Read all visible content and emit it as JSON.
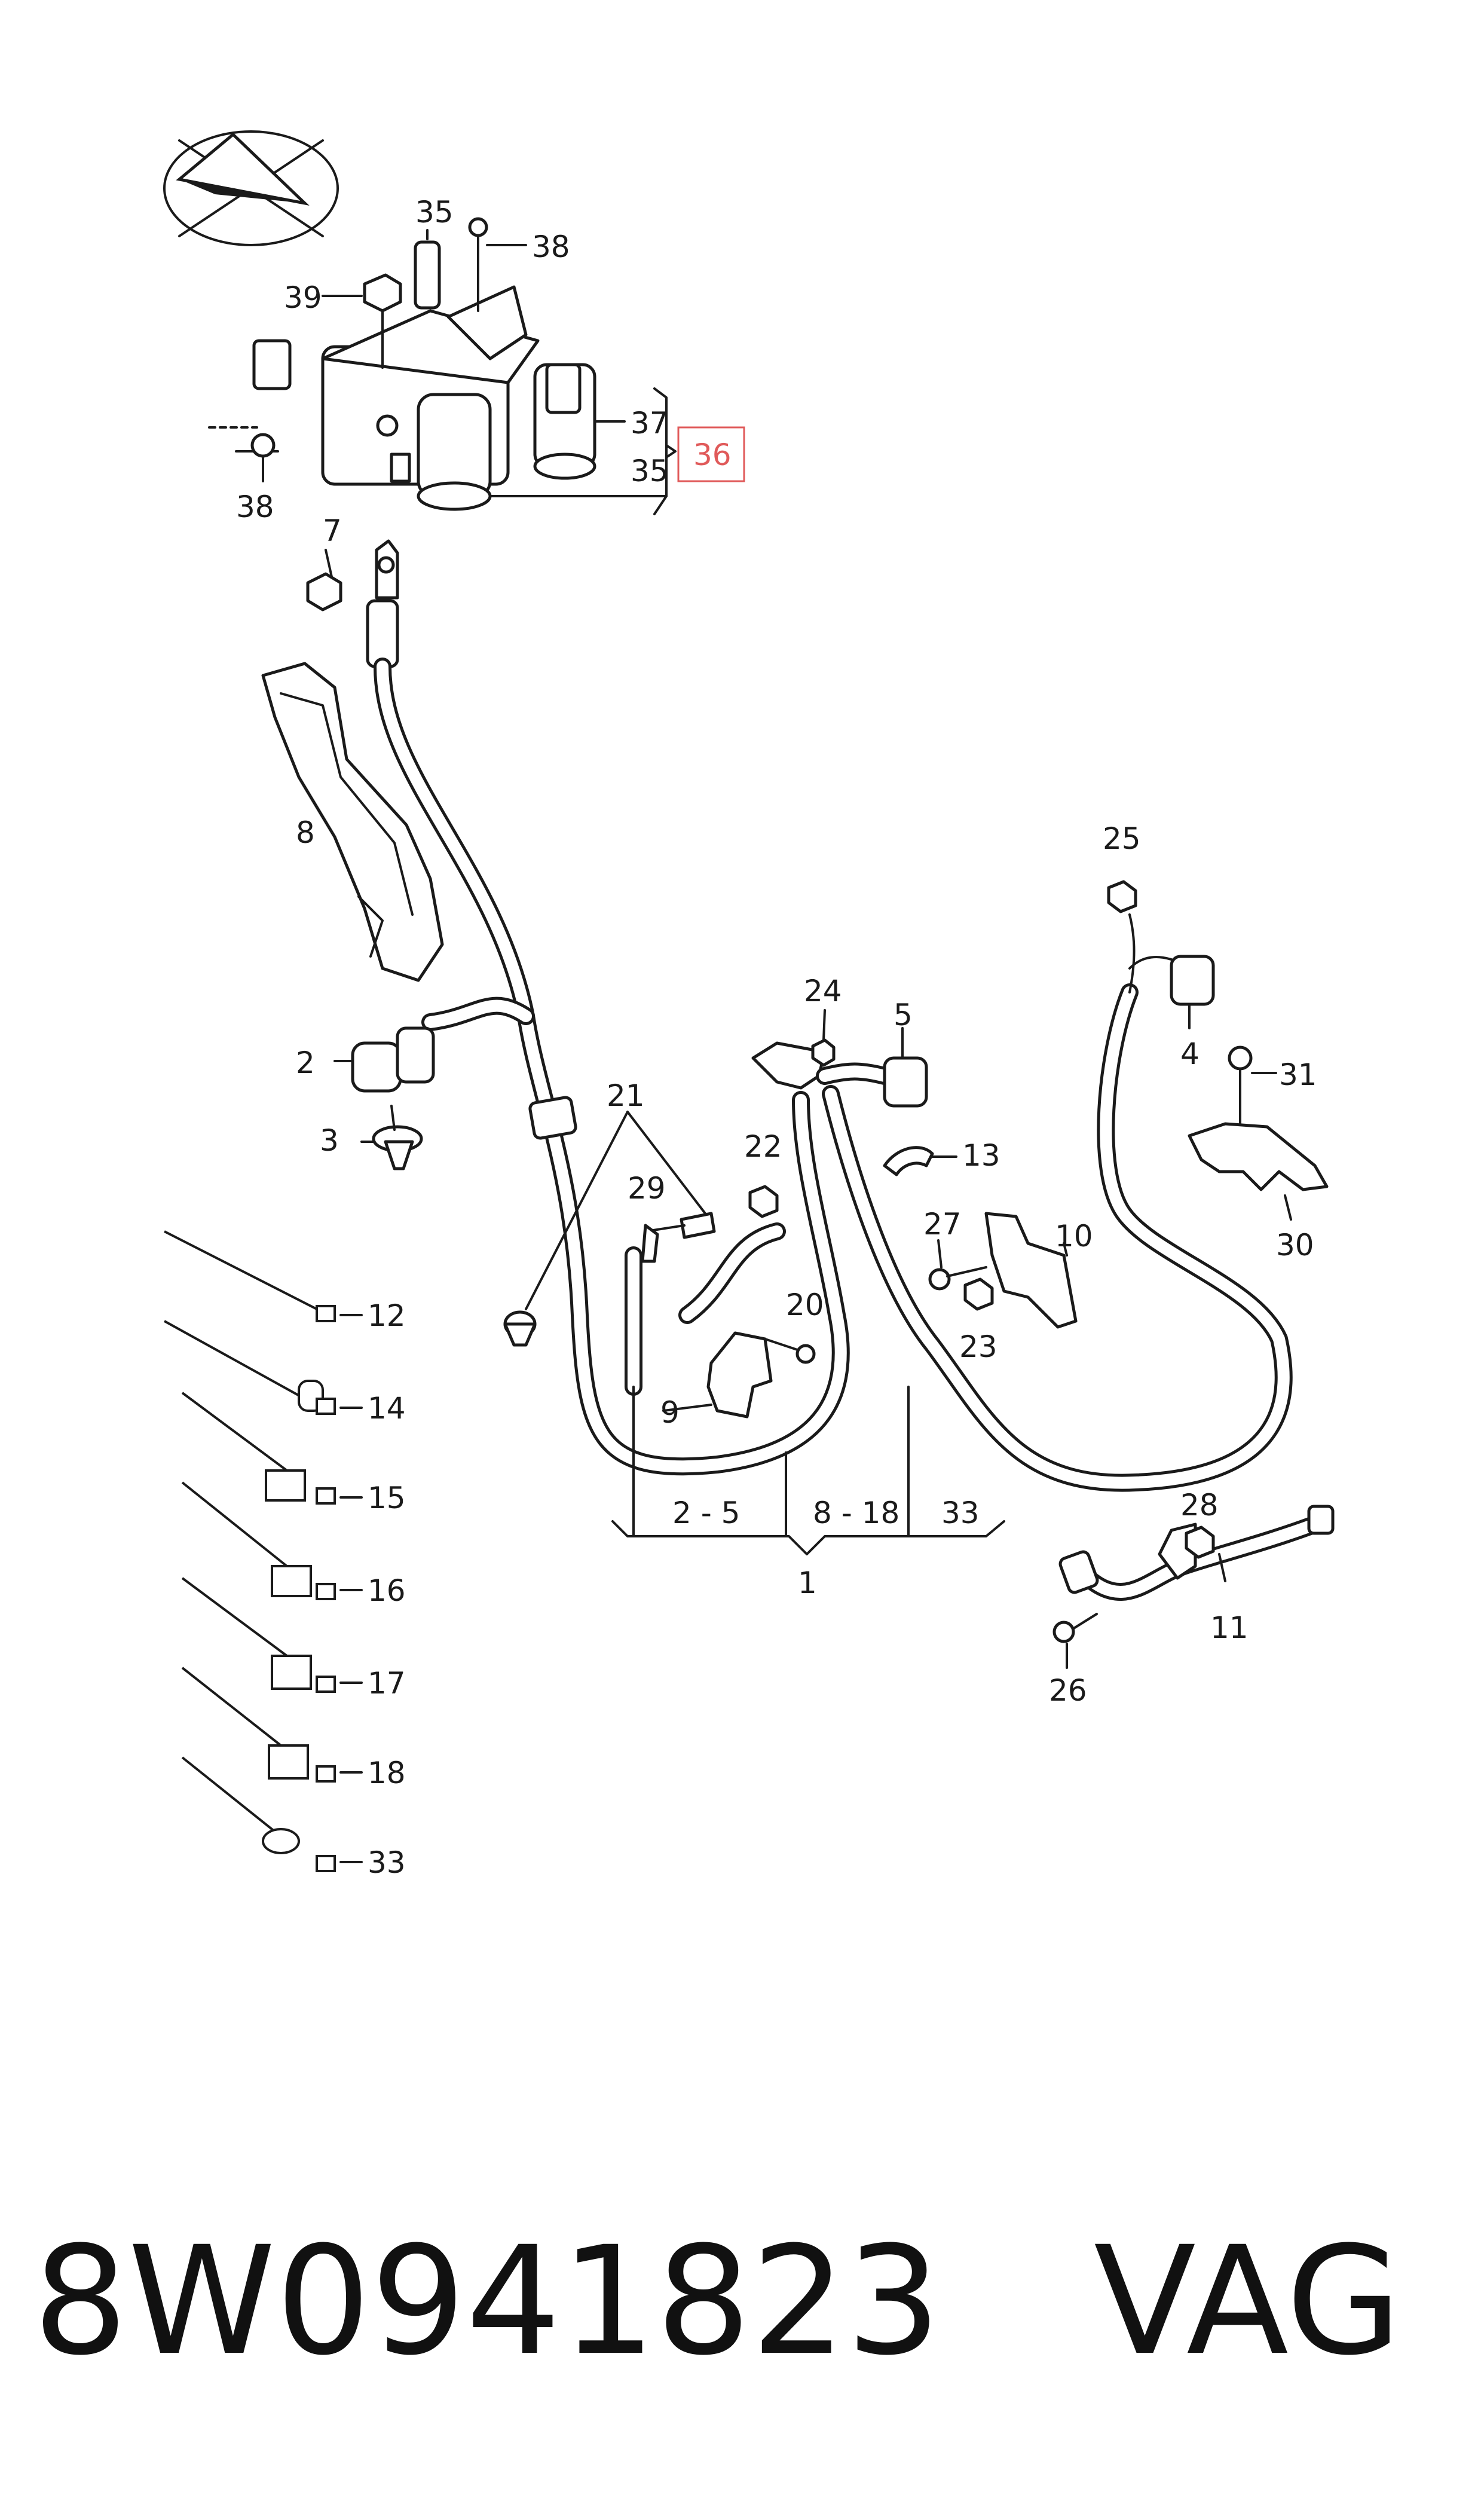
{
  "labels": {
    "l35a": "35",
    "l38a": "38",
    "l39": "39",
    "l38b": "38",
    "l37": "37",
    "l35b": "35",
    "l36": "36",
    "l7": "7",
    "l8": "8",
    "l2": "2",
    "l3": "3",
    "l21": "21",
    "l29": "29",
    "l22": "22",
    "l24": "24",
    "l5": "5",
    "l13": "13",
    "l20": "20",
    "l9": "9",
    "l27": "27",
    "l10": "10",
    "l23": "23",
    "l25": "25",
    "l4": "4",
    "l31": "31",
    "l30": "30",
    "l28": "28",
    "l11": "11",
    "l26": "26",
    "l12": "12",
    "l14": "14",
    "l15": "15",
    "l16": "16",
    "l17": "17",
    "l18": "18",
    "l33": "33",
    "r25": "2 - 5",
    "r818": "8 - 18",
    "r33": "33",
    "l1": "1"
  },
  "footer": {
    "part_number": "8W0941823",
    "brand": "VAG"
  },
  "colors": {
    "ink": "#1a1a1a",
    "highlight": "#e05a5a"
  }
}
